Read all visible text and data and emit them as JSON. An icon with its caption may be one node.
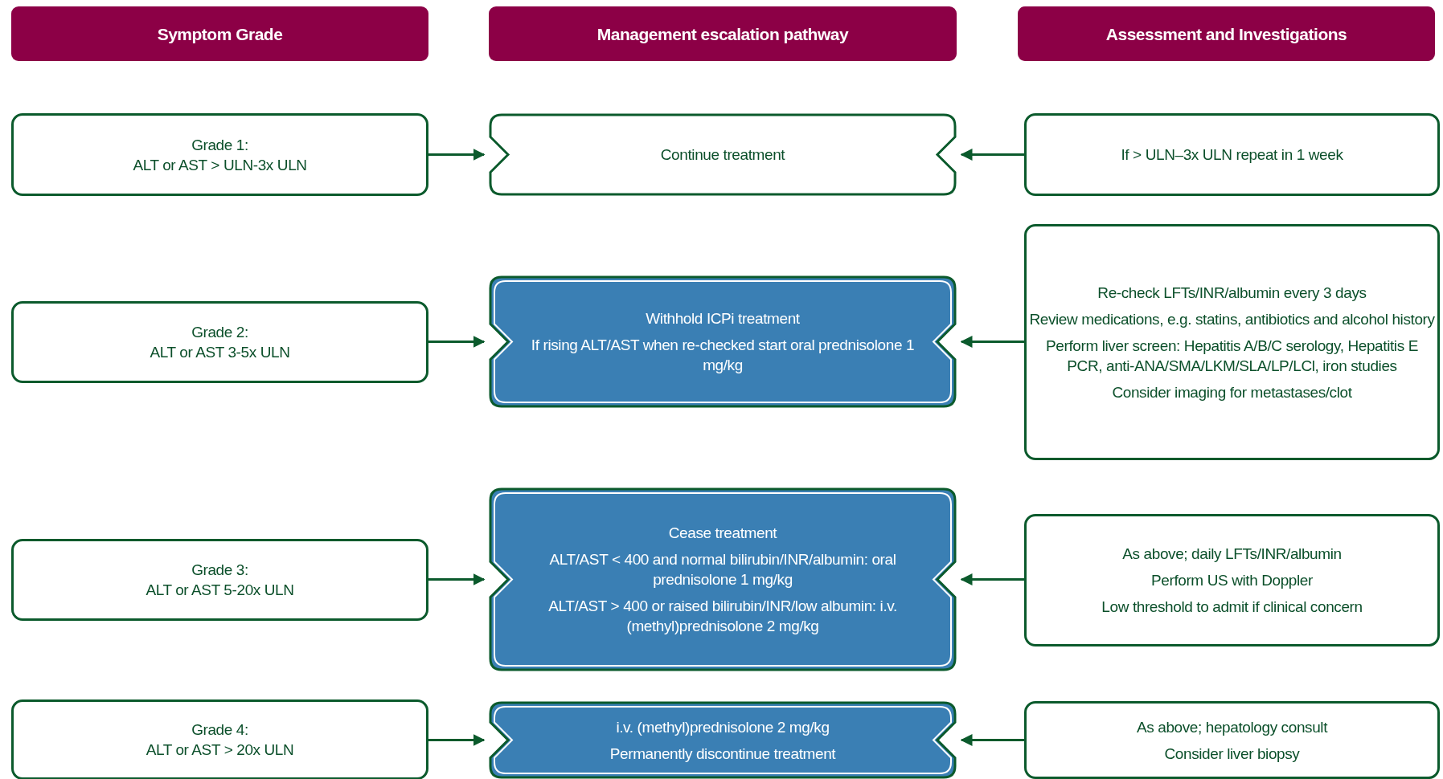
{
  "diagram": {
    "nodes": [
      {
        "text": [
          "Symptom Grade"
        ]
      },
      {
        "text": [
          "Management escalation pathway"
        ]
      },
      {
        "text": [
          "Assessment and Investigations"
        ]
      },
      {
        "text": [
          "Grade 1:",
          "ALT or AST > ULN-3x ULN"
        ]
      },
      {
        "text": [
          "Continue treatment"
        ]
      },
      {
        "text": [
          "If > ULN–3x ULN repeat in 1 week"
        ]
      },
      {
        "text": [
          "Grade 2:",
          "ALT or AST 3-5x ULN"
        ]
      },
      {
        "text": [
          "Withhold ICPi treatment",
          "If rising ALT/AST when re-checked start oral prednisolone 1 mg/kg"
        ]
      },
      {
        "text": [
          "Re-check LFTs/INR/albumin every 3 days",
          "Review medications, e.g. statins, antibiotics and alcohol history",
          "Perform liver screen: Hepatitis A/B/C serology, Hepatitis E PCR, anti-ANA/SMA/LKM/SLA/LP/LCl, iron studies",
          "Consider imaging for metastases/clot"
        ]
      },
      {
        "text": [
          "Grade 3:",
          "ALT or AST 5-20x ULN"
        ]
      },
      {
        "text": [
          "Cease treatment",
          "ALT/AST < 400 and normal bilirubin/INR/albumin: oral prednisolone 1 mg/kg",
          "ALT/AST > 400 or raised bilirubin/INR/low albumin: i.v. (methyl)prednisolone 2 mg/kg"
        ]
      },
      {
        "text": [
          "As above; daily LFTs/INR/albumin",
          "Perform US with Doppler",
          "Low threshold to admit if clinical concern"
        ]
      },
      {
        "text": [
          "Grade 4:",
          "ALT or AST > 20x ULN"
        ]
      },
      {
        "text": [
          "i.v. (methyl)prednisolone 2 mg/kg",
          "Permanently discontinue treatment"
        ]
      },
      {
        "text": [
          "As above; hepatology consult",
          "Consider liver biopsy"
        ]
      }
    ],
    "edges": [
      {
        "from": 3,
        "to": 4,
        "arrow": "to"
      },
      {
        "from": 5,
        "to": 4,
        "arrow": "to"
      },
      {
        "from": 6,
        "to": 7,
        "arrow": "to"
      },
      {
        "from": 8,
        "to": 7,
        "arrow": "to"
      },
      {
        "from": 9,
        "to": 10,
        "arrow": "to"
      },
      {
        "from": 11,
        "to": 10,
        "arrow": "to"
      },
      {
        "from": 12,
        "to": 13,
        "arrow": "to"
      },
      {
        "from": 14,
        "to": 13,
        "arrow": "to"
      }
    ]
  }
}
